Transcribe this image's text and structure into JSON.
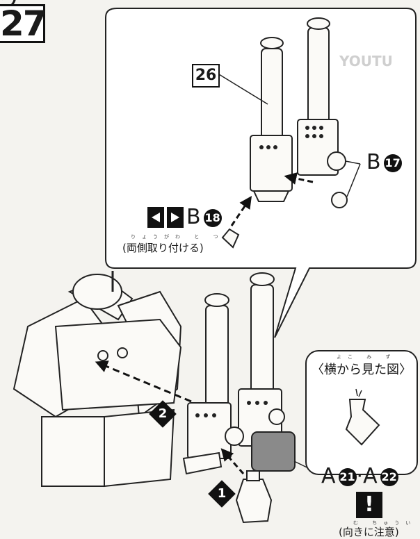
{
  "step": {
    "header": "ラ",
    "number": "27"
  },
  "callout": {
    "part_label": "26",
    "part_ref_1": {
      "letter": "B",
      "num": "17"
    },
    "part_ref_2": {
      "letter": "B",
      "num": "18"
    },
    "attach_note": "(両側取り付ける)",
    "attach_note_ruby": "りょうがわ と つ"
  },
  "main": {
    "arrow_1": "1",
    "arrow_2": "2",
    "part_ref_a": {
      "letter": "A",
      "num": "21"
    },
    "separator": "·",
    "part_ref_b": {
      "letter": "A",
      "num": "22"
    },
    "caution_mark": "!",
    "caution_text": "(向きに注意)",
    "caution_ruby": "む ちゅうい"
  },
  "side_view": {
    "label": "〈横から見た図〉",
    "ruby": "よこ み ず"
  },
  "watermark": "YOUTU"
}
